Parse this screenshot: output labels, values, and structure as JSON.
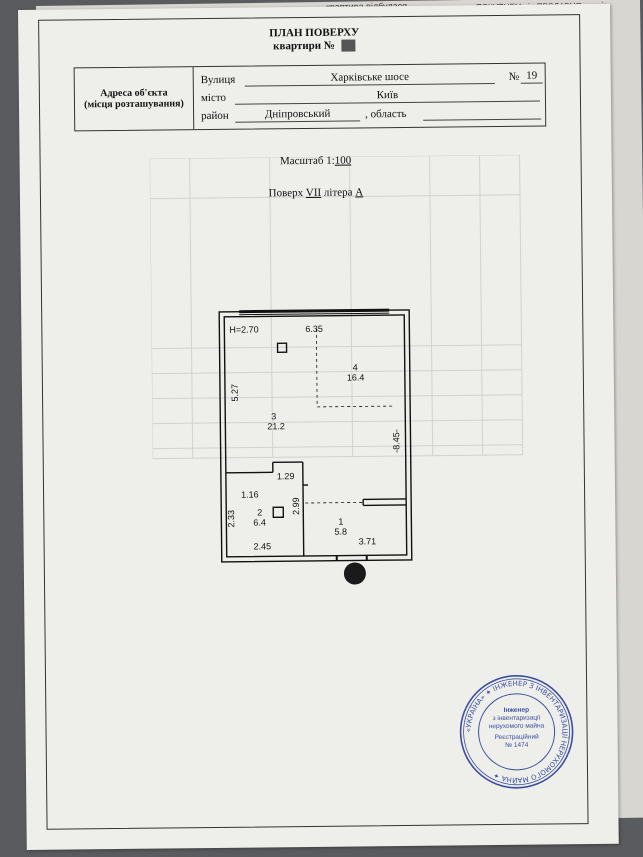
{
  "under_page": {
    "text_left": "квартира відбулася",
    "text_right": "ПОКУПЦЕМ від ПРОДАВЦЯ ключів"
  },
  "header": {
    "title": "ПЛАН ПОВЕРХУ",
    "subtitle": "квартири №"
  },
  "address": {
    "label_line1": "Адреса об'єкта",
    "label_line2": "(місця розташування)",
    "street_label": "Вулиця",
    "street_value": "Харківське шосе",
    "number_label": "№",
    "number_value": "19",
    "city_label": "місто",
    "city_value": "Київ",
    "district_label": "район",
    "district_value": "Дніпровський",
    "region_label": ", область"
  },
  "scale": {
    "label": "Масштаб 1:",
    "value": "100"
  },
  "floor": {
    "label": "Поверх",
    "floor_value": "VII",
    "letter_label": "літера",
    "letter_value": "А"
  },
  "plan": {
    "height_label": "Н=2.70",
    "top_width": "6.35",
    "left_height": "5.27",
    "right_length": "-8.45-",
    "room4_number": "4",
    "room4_area": "16.4",
    "room3_number": "3",
    "room3_area": "21.2",
    "dim_129": "1.29",
    "dim_116": "1.16",
    "dim_233": "2.33",
    "room2_number": "2",
    "room2_area": "6.4",
    "dim_299": "2.99",
    "room1_number": "1",
    "room1_area": "5.8",
    "dim_245": "2.45",
    "dim_371": "3.71"
  },
  "stamp": {
    "center_line1": "Інженер",
    "center_line2": "з інвентаризації",
    "center_line3": "нерухомого майна",
    "center_line4": "Реєстраційний",
    "center_line5": "№ 1474",
    "ring_text": "«УКРАЇНА» ✦ ІНЖЕНЕР З ІНВЕНТАРИЗАЦІЇ НЕРУХОМОГО МАЙНА ✦"
  },
  "colors": {
    "stamp_blue": "#3b4f9e",
    "paper": "#eeeeeb",
    "ink": "#111111"
  }
}
